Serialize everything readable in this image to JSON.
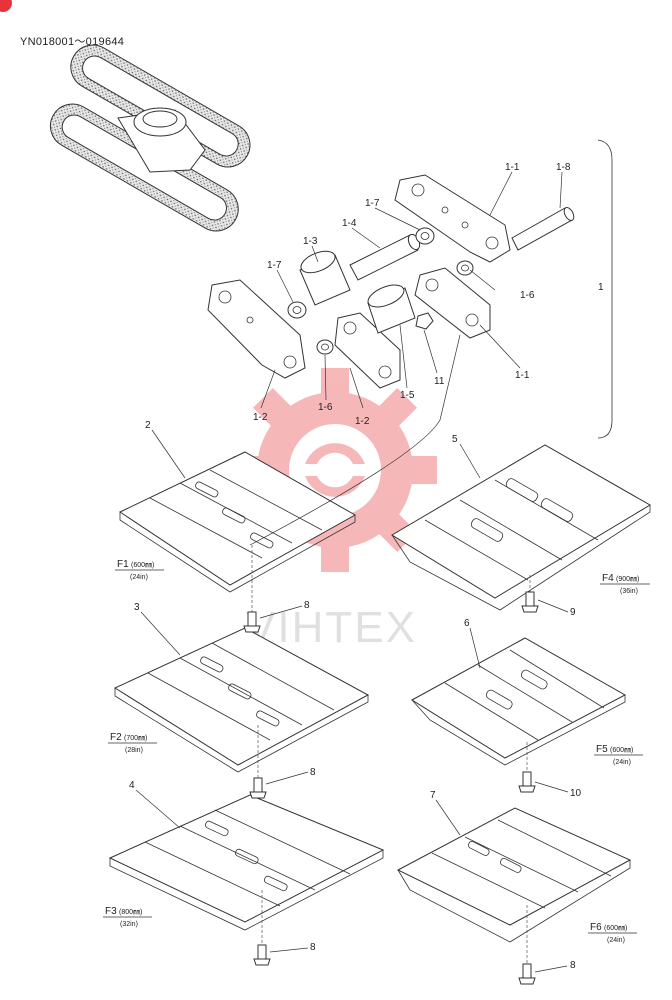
{
  "header": {
    "serial_range": "YN018001～019644"
  },
  "watermark": {
    "text": "VIHTEX",
    "logo_color": "#e8333a"
  },
  "callouts": {
    "assembly": "1",
    "link_r": "1-1",
    "link_l_a": "1-2",
    "link_l_b": "1-2",
    "bushing": "1-3",
    "pin": "1-4",
    "bushing_b": "1-5",
    "seal_a": "1-6",
    "seal_b": "1-6",
    "spacer_a": "1-7",
    "spacer_b": "1-7",
    "master_pin": "1-8",
    "nut": "11",
    "shoe_f1": "2",
    "shoe_f2": "3",
    "shoe_f3": "4",
    "shoe_f4": "5",
    "shoe_f5": "6",
    "shoe_f6": "7",
    "bolt_f1": "8",
    "bolt_f2": "8",
    "bolt_f3": "8",
    "bolt_f6": "8",
    "bolt_f4": "9",
    "bolt_f5": "10"
  },
  "shoe_labels": {
    "f1": {
      "code": "F1",
      "mm": "(600㎜)",
      "inch": "(24in)"
    },
    "f2": {
      "code": "F2",
      "mm": "(700㎜)",
      "inch": "(28in)"
    },
    "f3": {
      "code": "F3",
      "mm": "(800㎜)",
      "inch": "(32in)"
    },
    "f4": {
      "code": "F4",
      "mm": "(900㎜)",
      "inch": "(36in)"
    },
    "f5": {
      "code": "F5",
      "mm": "(600㎜)",
      "inch": "(24in)"
    },
    "f6": {
      "code": "F6",
      "mm": "(600㎜)",
      "inch": "(24in)"
    }
  }
}
